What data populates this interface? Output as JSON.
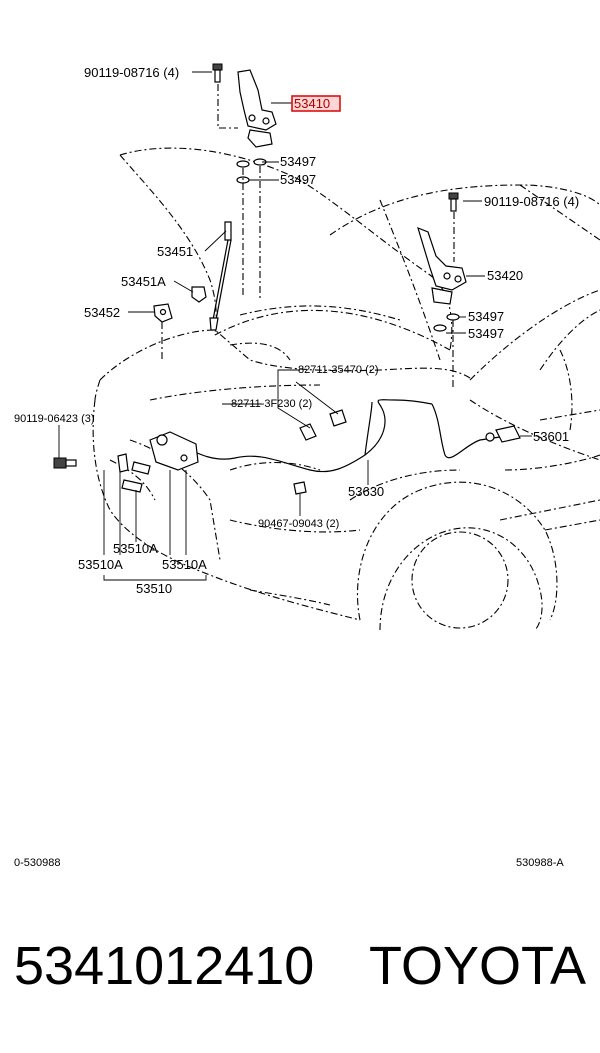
{
  "callouts": {
    "bolt_left": "90119-08716 (4)",
    "hinge_left": "53410",
    "cushion_top_1": "53497",
    "cushion_top_2": "53497",
    "bolt_right": "90119-08716 (4)",
    "support_rod": "53451",
    "hinge_right": "53420",
    "rod_holder": "53451A",
    "cushion_right_1": "53497",
    "stay_retainer": "53452",
    "cushion_right_2": "53497",
    "clamp_1": "82711-35470 (2)",
    "clamp_2": "82711-3F230 (2)",
    "bolt_front": "90119-06423 (3)",
    "release_lever": "53601",
    "release_cable": "53630",
    "clip": "90467-09043 (2)",
    "lock_sub_1": "53510A",
    "lock_sub_2": "53510A",
    "lock_sub_3": "53510A",
    "lock_assy": "53510"
  },
  "diagram_codes": {
    "left": "0-530988",
    "right": "530988-A"
  },
  "highlight_color": "#dd1111",
  "part_number": "5341012410",
  "brand": "TOYOTA"
}
